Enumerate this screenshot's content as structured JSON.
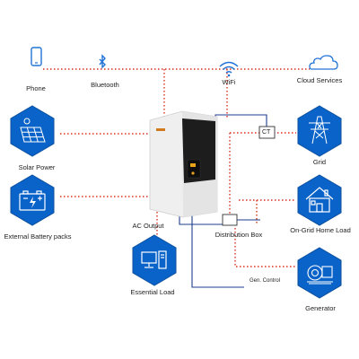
{
  "labels": {
    "phone": "Phone",
    "bluetooth": "Bluetooth",
    "wifi": "WiFi",
    "cloud": "Cloud Services",
    "solar": "Solar Power",
    "battery": "External Battery packs",
    "ac_output": "AC Output",
    "essential_load": "Essential Load",
    "ct": "CT",
    "grid": "Grid",
    "distribution_box": "Distribution  Box",
    "home_load": "On-Grid  Home Load",
    "gen_control": "Gen. Control",
    "generator": "Generator"
  },
  "colors": {
    "hex_fill": "#0a63c9",
    "hex_border": "#0b4f9e",
    "dotted_red": "#d8311f",
    "wire_blue": "#1f3e8c",
    "inverter_body": "#efefef",
    "inverter_panel": "#1d1d1d",
    "screen_accent": "#e8a21a"
  },
  "icons": [
    "phone-icon",
    "bluetooth-icon",
    "wifi-icon",
    "cloud-icon",
    "solar-panel-icon",
    "battery-icon",
    "computer-icon",
    "transmission-tower-icon",
    "house-icon",
    "generator-icon"
  ]
}
